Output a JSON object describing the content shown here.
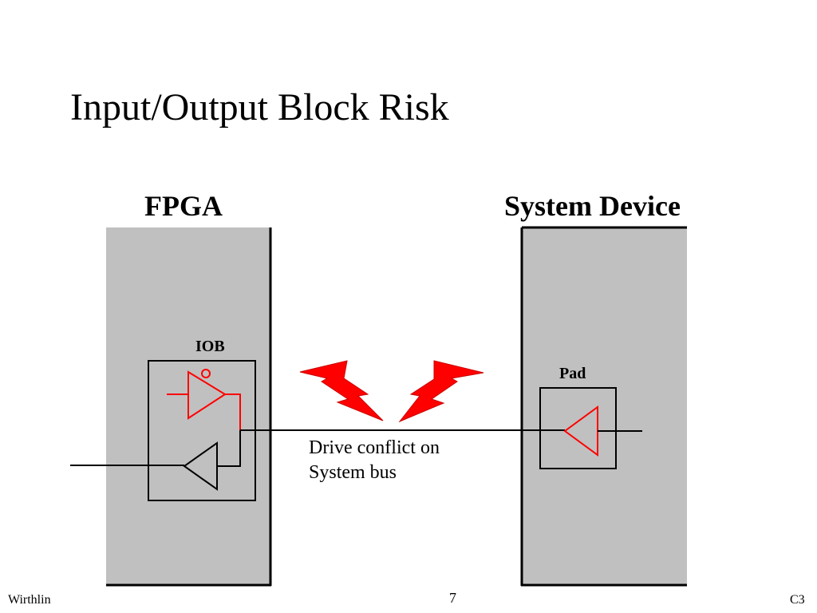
{
  "slide": {
    "title": "Input/Output Block Risk"
  },
  "diagram": {
    "fpga_label": "FPGA",
    "system_device_label": "System Device",
    "iob_label": "IOB",
    "pad_label": "Pad",
    "conflict_line1": "Drive conflict on",
    "conflict_line2": "System bus"
  },
  "footer": {
    "author": "Wirthlin",
    "page_number": "7",
    "course": "C3"
  },
  "colors": {
    "block_fill": "#c0c0c0",
    "buffer_red": "#ff0000",
    "lightning_red": "#ff0000"
  }
}
